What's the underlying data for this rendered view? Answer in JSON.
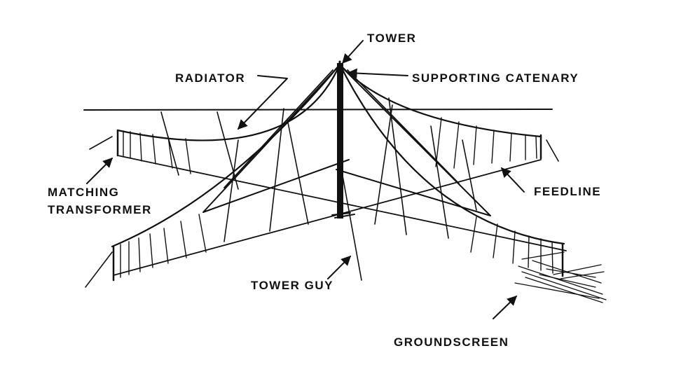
{
  "labels": {
    "tower": "TOWER",
    "radiator": "RADIATOR",
    "supporting_catenary": "SUPPORTING CATENARY",
    "matching_transformer_line1": "MATCHING",
    "matching_transformer_line2": "TRANSFORMER",
    "feedline": "FEEDLINE",
    "tower_guy": "TOWER GUY",
    "groundscreen": "GROUNDSCREEN"
  }
}
